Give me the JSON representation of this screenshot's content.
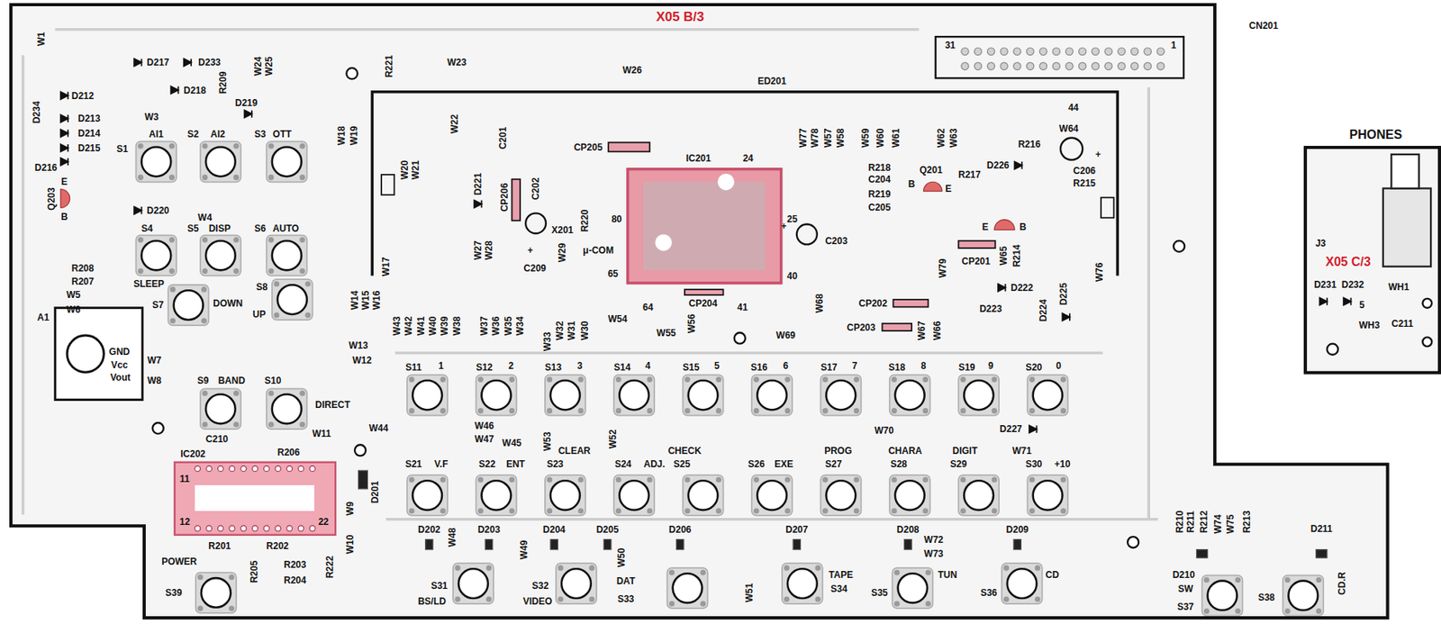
{
  "diagram": {
    "nodes": [
      {
        "text": [
          "X05 B/3"
        ]
      },
      {
        "text": [
          "PHONES",
          "X05 C/3"
        ]
      }
    ],
    "labels": [
      "W1",
      "D217",
      "D233",
      "R209",
      "W24",
      "W25",
      "R221",
      "W23",
      "W26",
      "ED201",
      "31",
      "CN201",
      "1",
      "44",
      "D212",
      "D218",
      "D219",
      "D234",
      "W3",
      "D213",
      "D214",
      "D215",
      "D216",
      "S1",
      "AI1",
      "S2",
      "AI2",
      "S3",
      "OTT",
      "E",
      "Q203",
      "B",
      "D220",
      "W4",
      "S4",
      "S5",
      "DISP",
      "S6",
      "AUTO",
      "R208",
      "R207",
      "SLEEP",
      "W5",
      "W6",
      "S7",
      "DOWN",
      "S8",
      "UP",
      "A1",
      "GND",
      "Vcc",
      "Vout",
      "W7",
      "W8",
      "W13",
      "W12",
      "S9",
      "BAND",
      "S10",
      "DIRECT",
      "C210",
      "W11",
      "R206",
      "IC202",
      "11",
      "12",
      "22",
      "D201",
      "W9",
      "W10",
      "R201",
      "R202",
      "POWER",
      "R205",
      "R203",
      "R204",
      "R222",
      "S39",
      "W18",
      "W19",
      "W22",
      "W20",
      "W21",
      "C201",
      "CP205",
      "IC201",
      "24",
      "D221",
      "CP206",
      "C202",
      "X201",
      "R220",
      "80",
      "25",
      "W27",
      "W28",
      "C209",
      "W29",
      "μ-COM",
      "65",
      "40",
      "64",
      "41",
      "C203",
      "+",
      "+",
      "W77",
      "W78",
      "W57",
      "W58",
      "W59",
      "W60",
      "W61",
      "W62",
      "W63",
      "R216",
      "W64",
      "D226",
      "Q201",
      "B",
      "E",
      "R217",
      "C206",
      "R215",
      "R218",
      "C204",
      "R219",
      "C205",
      "E",
      "B",
      "CP201",
      "W65",
      "R214",
      "W79",
      "W76",
      "D222",
      "D223",
      "D224",
      "D225",
      "CP202",
      "CP203",
      "W68",
      "W69",
      "W67",
      "W66",
      "W17",
      "W14",
      "W15",
      "W16",
      "W43",
      "W42",
      "W41",
      "W40",
      "W39",
      "W38",
      "W37",
      "W36",
      "W35",
      "W34",
      "W33",
      "W32",
      "W31",
      "W30",
      "W54",
      "CP204",
      "W55",
      "W56",
      "S11",
      "1",
      "S12",
      "2",
      "S13",
      "3",
      "S14",
      "4",
      "S15",
      "5",
      "S16",
      "6",
      "S17",
      "7",
      "S18",
      "8",
      "S19",
      "9",
      "S20",
      "0",
      "W44",
      "W46",
      "W47",
      "W45",
      "W53",
      "W52",
      "W70",
      "D227",
      "W71",
      "S21",
      "V.F",
      "S22",
      "ENT",
      "CLEAR",
      "S23",
      "S24",
      "ADJ.",
      "CHECK",
      "S25",
      "S26",
      "EXE",
      "PROG",
      "S27",
      "CHARA",
      "S28",
      "DIGIT",
      "S29",
      "S30",
      "+10",
      "D202",
      "W48",
      "D203",
      "D204",
      "W49",
      "D205",
      "W50",
      "D206",
      "D207",
      "D208",
      "W72",
      "W73",
      "D209",
      "R210",
      "R211",
      "R212",
      "W74",
      "W75",
      "R213",
      "D211",
      "D210",
      "SW",
      "S31",
      "BS/LD",
      "S32",
      "VIDEO",
      "DAT",
      "S33",
      "W51",
      "TAPE",
      "S34",
      "S35",
      "TUN",
      "S36",
      "CD",
      "S37",
      "S38",
      "CD.R",
      "J3",
      "D231",
      "D232",
      "WH1",
      "5",
      "WH3",
      "C211",
      "+"
    ]
  }
}
